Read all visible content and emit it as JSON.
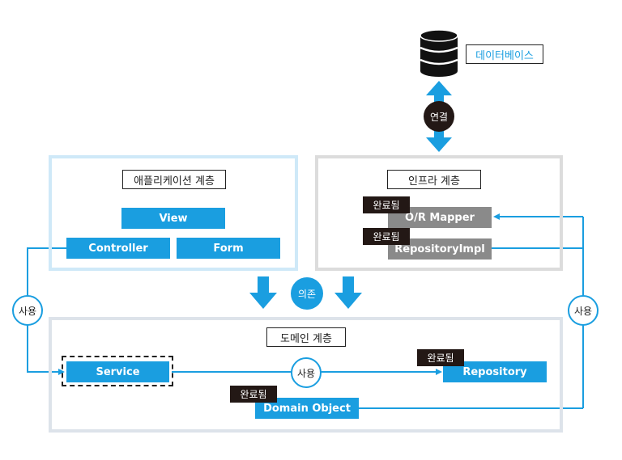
{
  "database": {
    "label": "데이터베이스"
  },
  "connection": {
    "label": "연결"
  },
  "application_layer": {
    "title": "애플리케이션 계층",
    "view": "View",
    "controller": "Controller",
    "form": "Form"
  },
  "infrastructure_layer": {
    "title": "인프라 계층",
    "badge_1": "완료됨",
    "or_mapper": "O/R Mapper",
    "badge_2": "완료됨",
    "repository_impl": "RepositoryImpl"
  },
  "dependency": {
    "label": "의존"
  },
  "domain_layer": {
    "title": "도메인 계층",
    "service": "Service",
    "repository_badge": "완료됨",
    "repository": "Repository",
    "domain_object_badge": "완료됨",
    "domain_object": "Domain Object"
  },
  "uses": {
    "left": "사용",
    "middle": "사용",
    "right": "사용"
  },
  "colors": {
    "accent": "#1a9ee0",
    "dark": "#231815",
    "gray": "#8a8a8a"
  }
}
